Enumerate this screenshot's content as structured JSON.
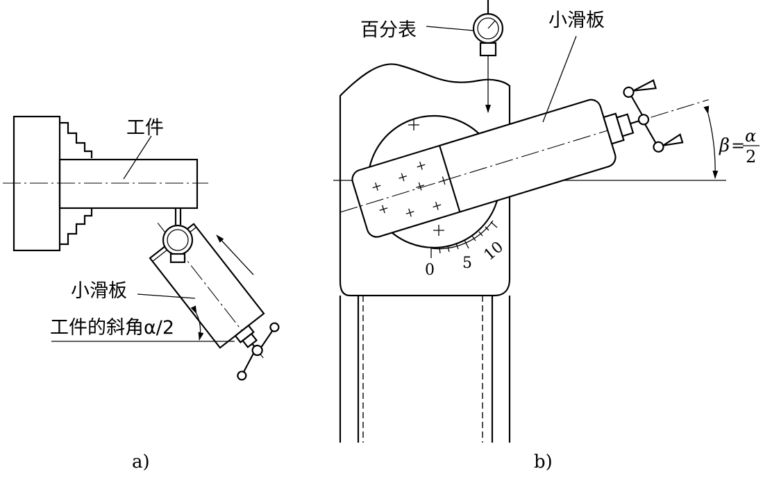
{
  "figure_a": {
    "label": "a)",
    "workpiece_label": "工件",
    "compound_slide_label": "小滑板",
    "angle_label": "工件的斜角α/2"
  },
  "figure_b": {
    "label": "b)",
    "dial_indicator_label": "百分表",
    "compound_slide_label": "小滑板",
    "angle_beta": "β",
    "angle_equals": "=",
    "angle_alpha": "α",
    "angle_divisor": "2",
    "scale_labels": [
      "0",
      "5",
      "10"
    ]
  }
}
